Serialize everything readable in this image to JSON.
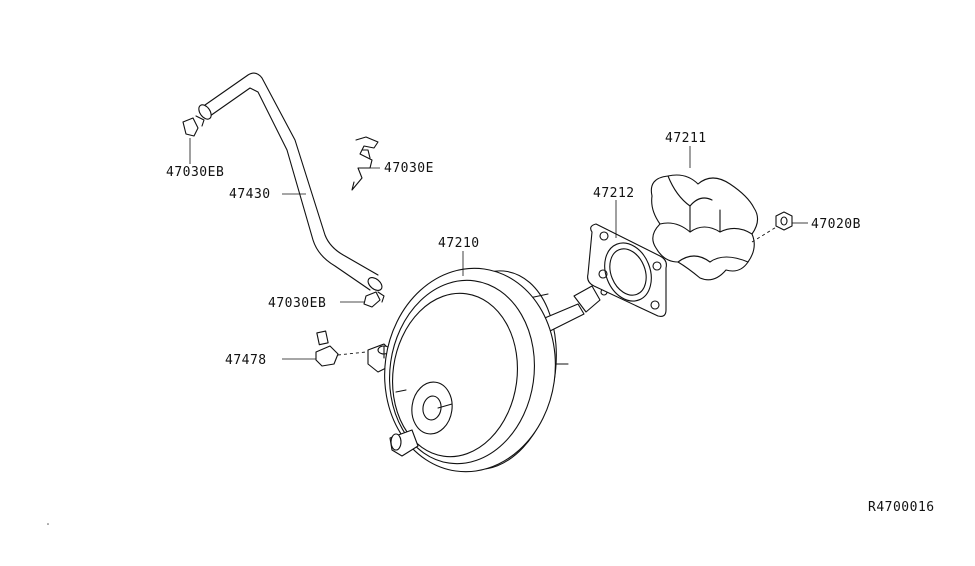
{
  "diagram_id": "R4700016",
  "parts": [
    {
      "key": "clamp_top",
      "number": "47030EB"
    },
    {
      "key": "hose",
      "number": "47430"
    },
    {
      "key": "clip",
      "number": "47030E"
    },
    {
      "key": "clamp_bottom",
      "number": "47030EB"
    },
    {
      "key": "check_valve",
      "number": "47478"
    },
    {
      "key": "booster",
      "number": "47210"
    },
    {
      "key": "gasket",
      "number": "47212"
    },
    {
      "key": "insulator",
      "number": "47211"
    },
    {
      "key": "nut",
      "number": "47020B"
    }
  ]
}
